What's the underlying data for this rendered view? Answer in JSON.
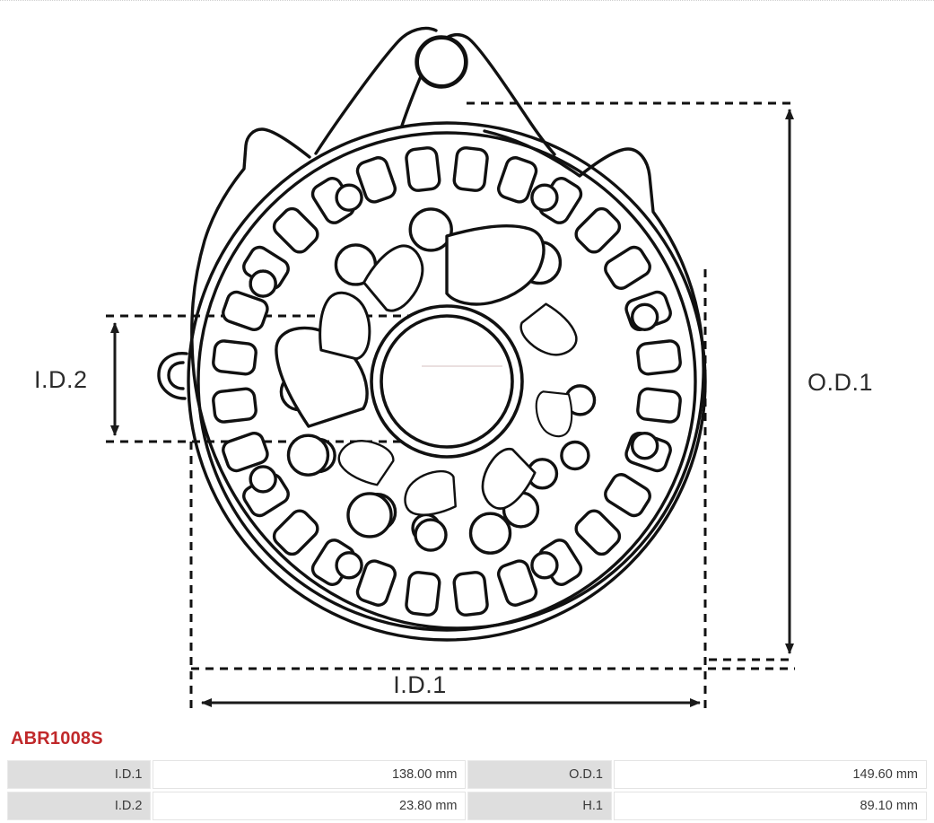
{
  "part": {
    "code": "ABR1008S",
    "code_color": "#c0282a"
  },
  "drawing": {
    "title": "alternator bracket front view",
    "dimension_labels": {
      "od1": "O.D.1",
      "id1": "I.D.1",
      "id2": "I.D.2"
    }
  },
  "spec_table": {
    "rows": [
      {
        "label_left": "I.D.1",
        "value_left": "138.00 mm",
        "label_right": "O.D.1",
        "value_right": "149.60 mm"
      },
      {
        "label_left": "I.D.2",
        "value_left": "23.80 mm",
        "label_right": "H.1",
        "value_right": "89.10 mm"
      }
    ]
  },
  "chart_data": {
    "type": "table",
    "title": "ABR1008S",
    "categories": [
      "I.D.1",
      "I.D.2",
      "O.D.1",
      "H.1"
    ],
    "values": [
      138.0,
      23.8,
      149.6,
      89.1
    ],
    "unit": "mm"
  }
}
